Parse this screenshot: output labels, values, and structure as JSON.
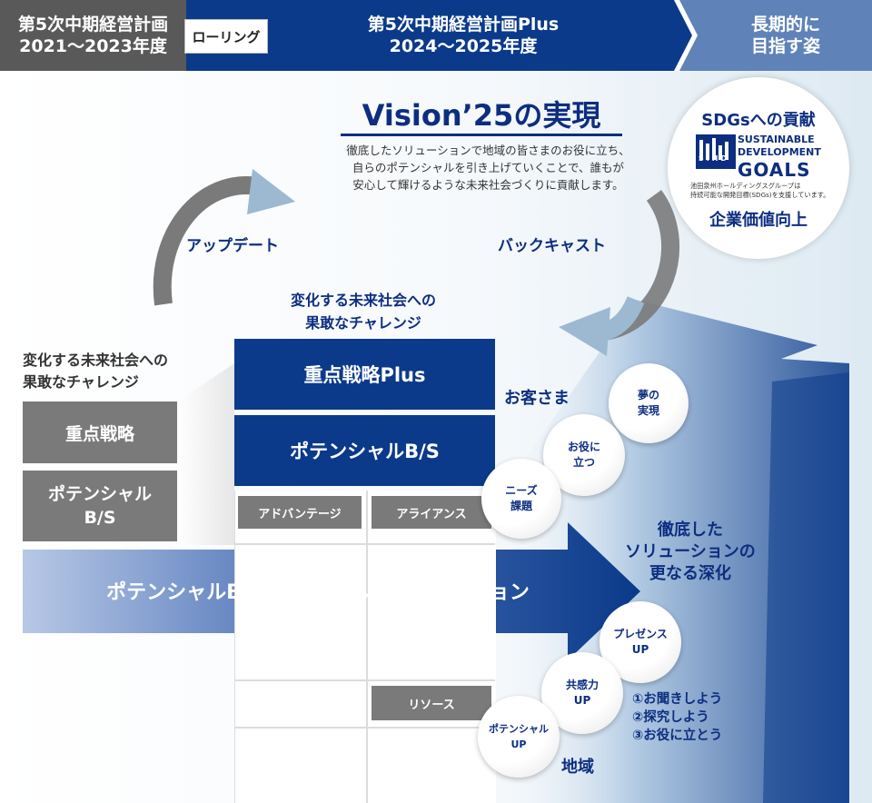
{
  "header": {
    "plan5": "第5次中期経営計画\n2021～2023年度",
    "rolling": "ローリング",
    "plan5plus": "第5次中期経営計画Plus\n2024～2025年度",
    "longterm": "長期的に\n目指す姿"
  },
  "vision": {
    "title": "Vision’25の実現",
    "description": "徹底したソリューションで地域の皆さまのお役に立ち、\n自らのポテンシャルを引き上げていくことで、誰もが\n安心して輝けるような未来社会づくりに貢献します。"
  },
  "sdgs": {
    "title": "SDGsへの貢献",
    "logo_text": "SUSTAINABLE\nDEVELOPMENT",
    "goals": "GOALS",
    "sihd": "SIHD",
    "note": "池田泉州ホールディングスグループは\n持続可能な開発目標(SDGs)を支援しています。",
    "value": "企業価値向上"
  },
  "cycle": {
    "update": "アップデート",
    "backcast": "バックキャスト"
  },
  "challenge": {
    "center": "変化する未来社会への\n果敢なチャレンジ",
    "left": "変化する未来社会への\n果敢なチャレンジ"
  },
  "left_boxes": {
    "priority": "重点戦略",
    "potential": "ポテンシャル\nB/S"
  },
  "main_boxes": {
    "priority_plus": "重点戦略Plus",
    "potential": "ポテンシャルB/S"
  },
  "pillar_labels": {
    "advantage": "アドバンテージ",
    "alliance": "アライアンス",
    "resource": "リソース"
  },
  "main_arrow": "ポテンシャルB/S拡大 徹底したソリューション",
  "bubbles_top": {
    "dream": "夢の\n実現",
    "help": "お役に\n立つ",
    "needs": "ニーズ\n課題"
  },
  "bubbles_bottom": {
    "presence": "プレゼンス\nUP",
    "empathy": "共感力\nUP",
    "potential": "ポテンシャル\nUP"
  },
  "labels": {
    "customer": "お客さま",
    "deepen": "徹底した\nソリューションの\n更なる深化",
    "steps": "①お聞きしよう\n②探究しよう\n③お役に立とう",
    "region": "地域"
  },
  "colors": {
    "navy": "#0b3a8a",
    "gray": "#7a7a7a",
    "dark_gray": "#595959",
    "light_blue": "#c9dcea"
  }
}
